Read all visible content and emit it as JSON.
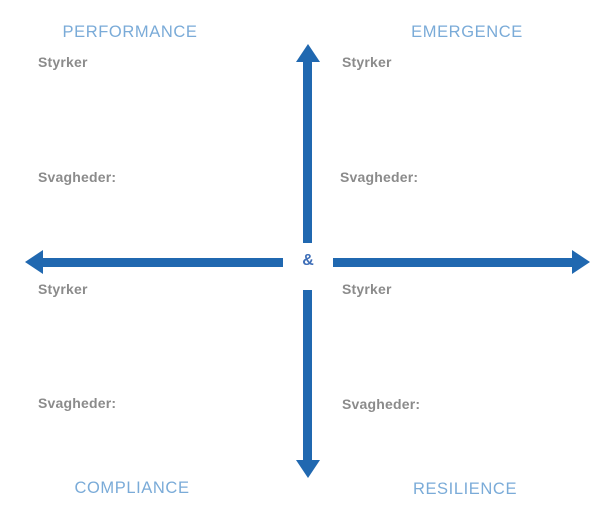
{
  "diagram": {
    "center_symbol": "&",
    "quadrants": {
      "top_left": {
        "title": "PERFORMANCE",
        "strengths_label": "Styrker",
        "weaknesses_label": "Svagheder:"
      },
      "top_right": {
        "title": "EMERGENCE",
        "strengths_label": "Styrker",
        "weaknesses_label": "Svagheder:"
      },
      "bottom_left": {
        "title": "COMPLIANCE",
        "strengths_label": "Styrker",
        "weaknesses_label": "Svagheder:"
      },
      "bottom_right": {
        "title": "RESILIENCE",
        "strengths_label": "Styrker",
        "weaknesses_label": "Svagheder:"
      }
    },
    "colors": {
      "axis": "#2068b0",
      "title": "#7aabd8",
      "label": "#8b8b8b",
      "ampersand": "#3f6fb8"
    }
  }
}
